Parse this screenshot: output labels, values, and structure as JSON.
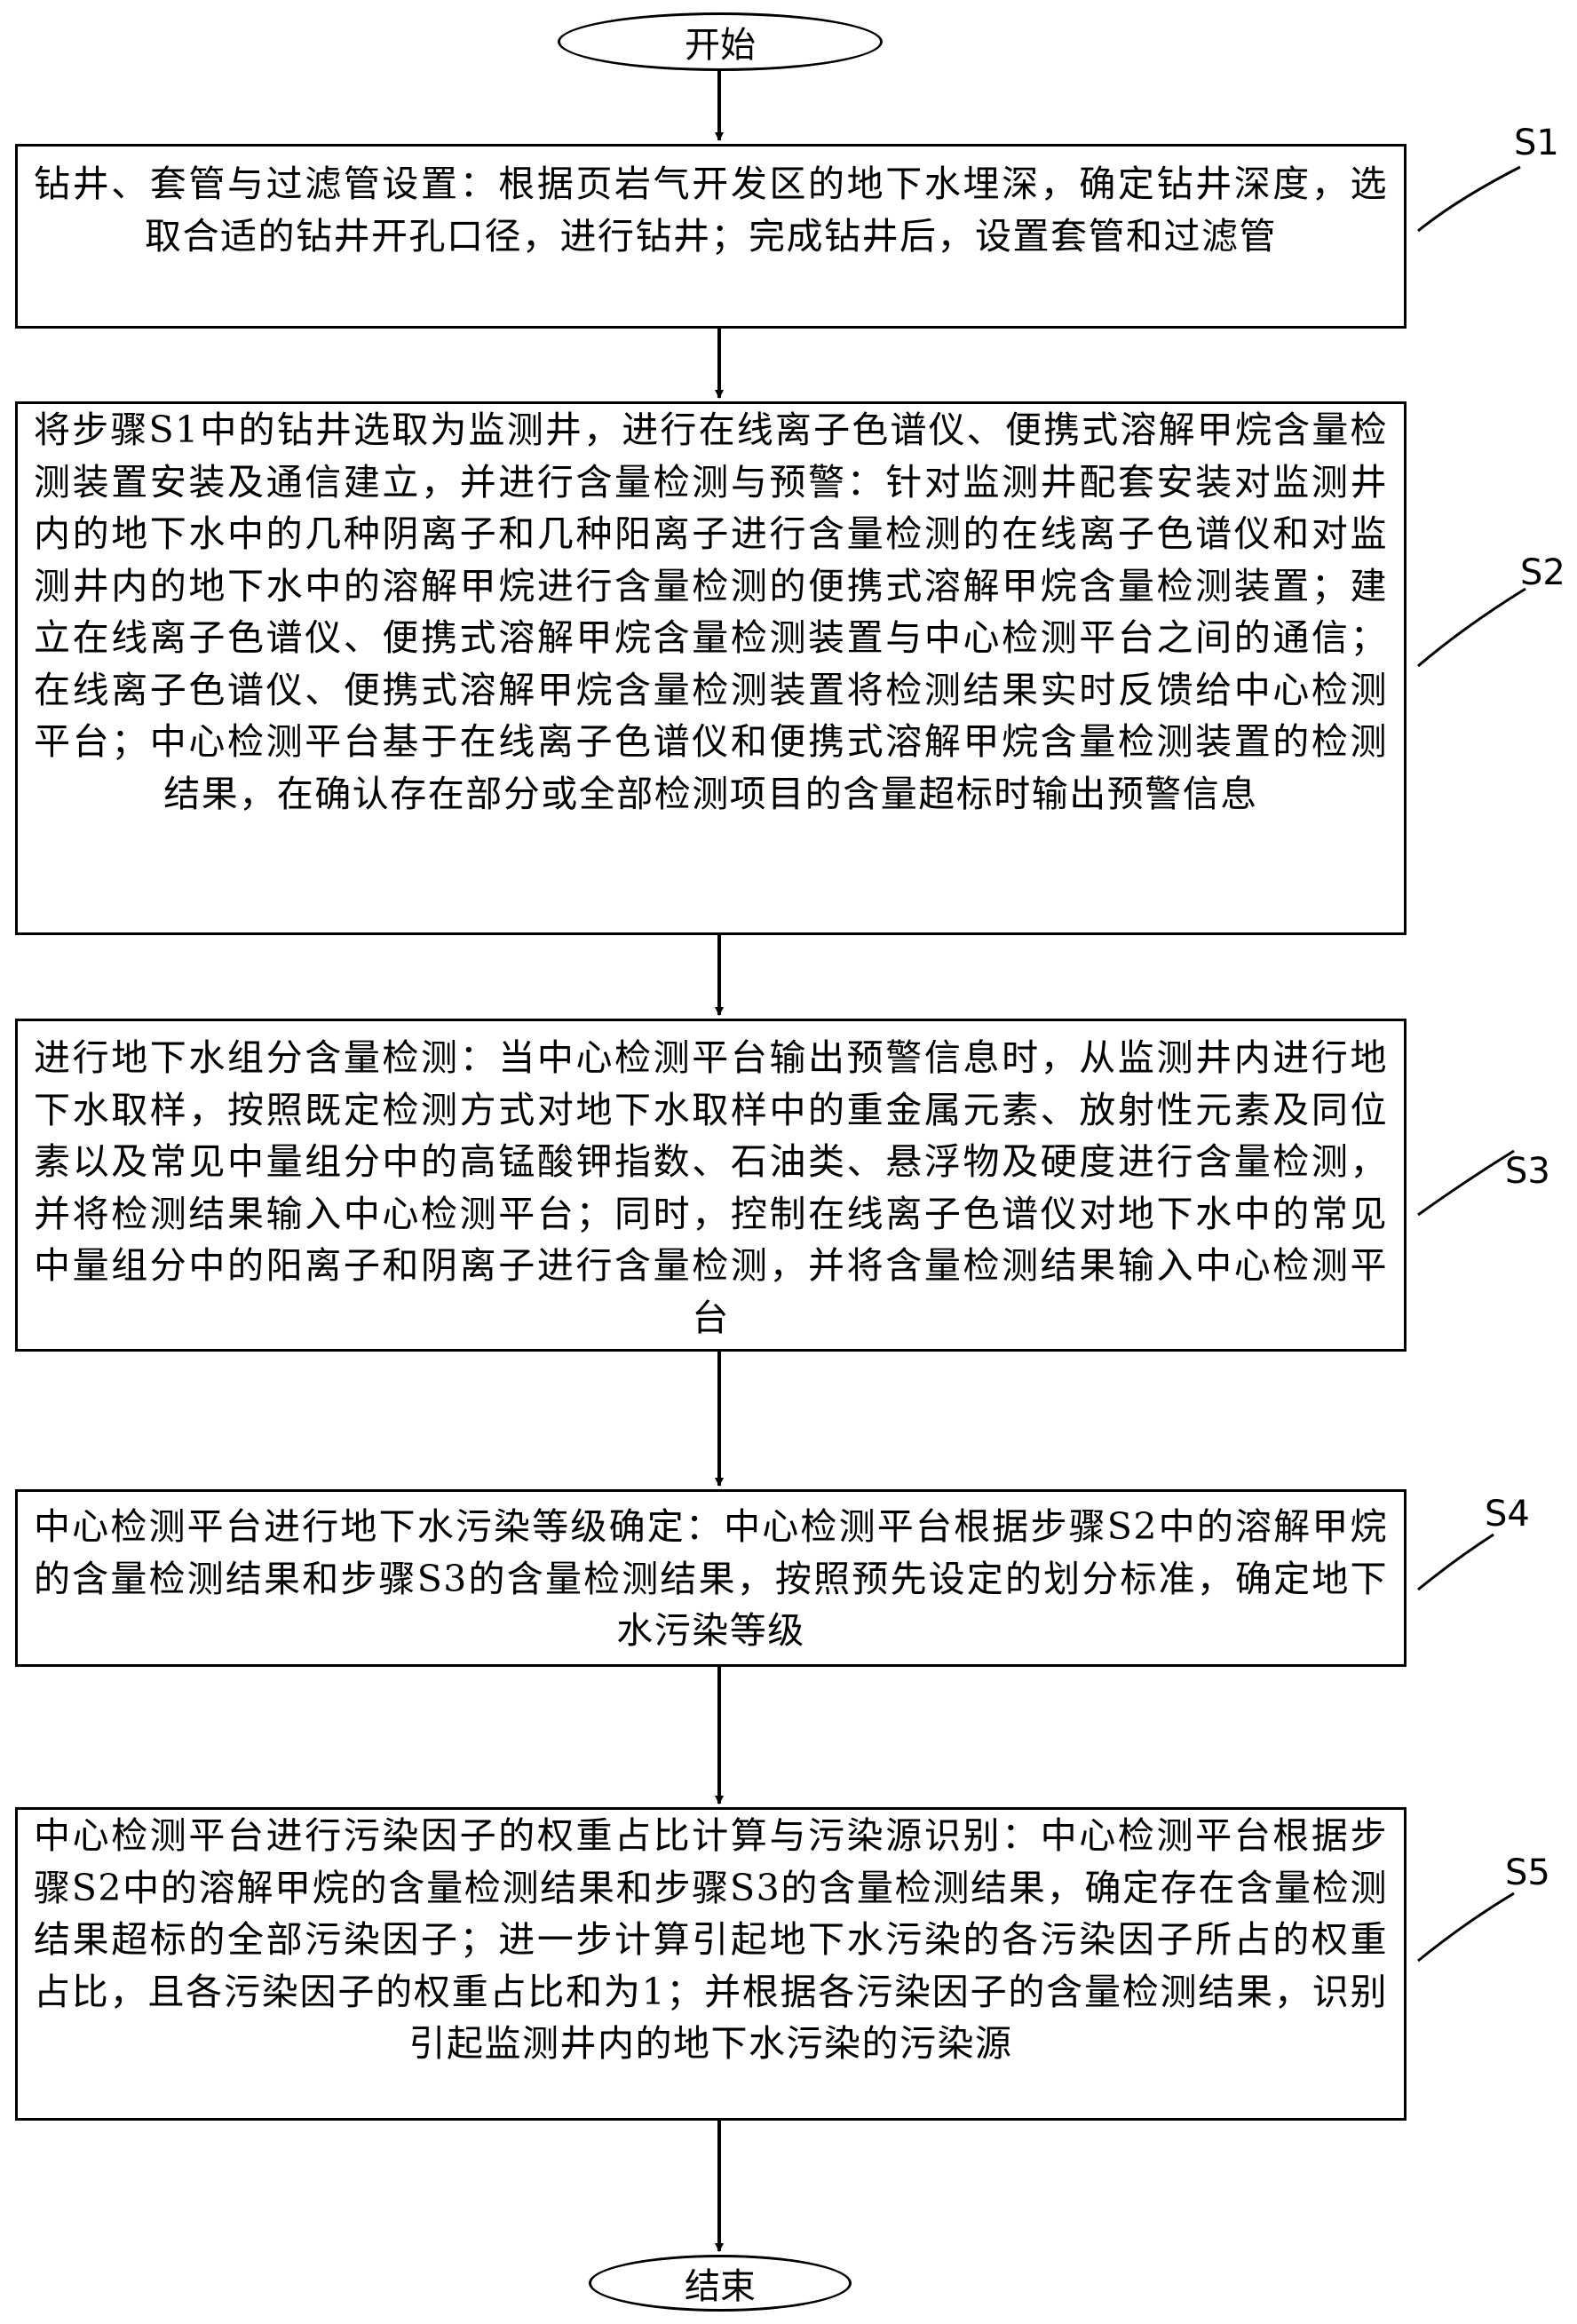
{
  "start_label": "开始",
  "end_label": "结束",
  "steps": [
    {
      "id": "S1",
      "text": "钻井、套管与过滤管设置：根据页岩气开发区的地下水埋深，确定钻井深度，选取合适的钻井开孔口径，进行钻井；完成钻井后，设置套管和过滤管"
    },
    {
      "id": "S2",
      "text": "将步骤S1中的钻井选取为监测井，进行在线离子色谱仪、便携式溶解甲烷含量检测装置安装及通信建立，并进行含量检测与预警：针对监测井配套安装对监测井内的地下水中的几种阴离子和几种阳离子进行含量检测的在线离子色谱仪和对监测井内的地下水中的溶解甲烷进行含量检测的便携式溶解甲烷含量检测装置；建立在线离子色谱仪、便携式溶解甲烷含量检测装置与中心检测平台之间的通信；在线离子色谱仪、便携式溶解甲烷含量检测装置将检测结果实时反馈给中心检测平台；中心检测平台基于在线离子色谱仪和便携式溶解甲烷含量检测装置的检测结果，在确认存在部分或全部检测项目的含量超标时输出预警信息"
    },
    {
      "id": "S3",
      "text": "进行地下水组分含量检测：当中心检测平台输出预警信息时，从监测井内进行地下水取样，按照既定检测方式对地下水取样中的重金属元素、放射性元素及同位素以及常见中量组分中的高锰酸钾指数、石油类、悬浮物及硬度进行含量检测，并将检测结果输入中心检测平台；同时，控制在线离子色谱仪对地下水中的常见中量组分中的阳离子和阴离子进行含量检测，并将含量检测结果输入中心检测平台"
    },
    {
      "id": "S4",
      "text": "中心检测平台进行地下水污染等级确定：中心检测平台根据步骤S2中的溶解甲烷的含量检测结果和步骤S3的含量检测结果，按照预先设定的划分标准，确定地下水污染等级"
    },
    {
      "id": "S5",
      "text": "中心检测平台进行污染因子的权重占比计算与污染源识别：中心检测平台根据步骤S2中的溶解甲烷的含量检测结果和步骤S3的含量检测结果，确定存在含量检测结果超标的全部污染因子；进一步计算引起地下水污染的各污染因子所占的权重占比，且各污染因子的权重占比和为1；并根据各污染因子的含量检测结果，识别引起监测井内的地下水污染的污染源"
    }
  ]
}
